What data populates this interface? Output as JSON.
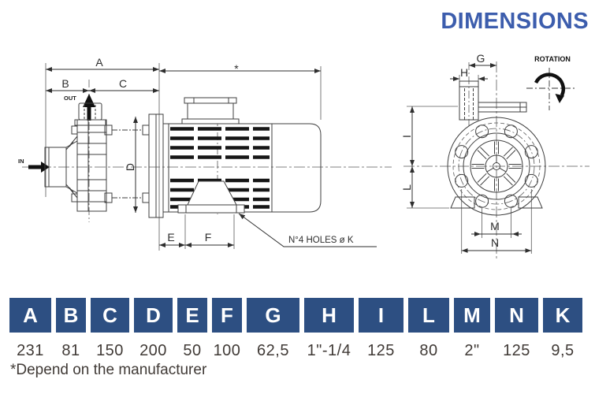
{
  "title": "DIMENSIONS",
  "drawing": {
    "side_view": {
      "dims": {
        "a": "A",
        "b": "B",
        "c": "C",
        "d": "D",
        "e": "E",
        "f": "F",
        "asterisk": "*"
      },
      "out_label": "OUT",
      "in_label": "IN",
      "holes_note": "N°4 HOLES ø K"
    },
    "front_view": {
      "dims": {
        "g": "G",
        "h": "H",
        "i": "I",
        "l": "L",
        "m": "M",
        "n": "N"
      },
      "rotation_label": "ROTATION"
    }
  },
  "table": {
    "columns": [
      {
        "key": "A",
        "value": "231"
      },
      {
        "key": "B",
        "value": "81"
      },
      {
        "key": "C",
        "value": "150"
      },
      {
        "key": "D",
        "value": "200"
      },
      {
        "key": "E",
        "value": "50"
      },
      {
        "key": "F",
        "value": "100"
      },
      {
        "key": "G",
        "value": "62,5"
      },
      {
        "key": "H",
        "value": "1\"-1/4"
      },
      {
        "key": "I",
        "value": "125"
      },
      {
        "key": "L",
        "value": "80"
      },
      {
        "key": "M",
        "value": "2\""
      },
      {
        "key": "N",
        "value": "125"
      },
      {
        "key": "K",
        "value": "9,5"
      }
    ]
  },
  "footnote": "*Depend on the manufacturer",
  "colors": {
    "accent_blue": "#3c5dad",
    "table_header": "#2d4f82",
    "line": "#3f3f3f"
  }
}
